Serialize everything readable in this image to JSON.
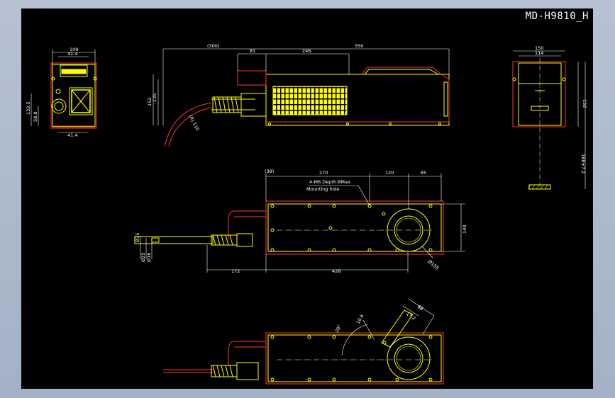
{
  "drawing": {
    "title": "MD-H9810_H",
    "colors": {
      "background": "#000000",
      "outline": "#ffff00",
      "dimension": "#ffffff",
      "hidden": "#ff3333",
      "frame": "#aab6c8"
    }
  },
  "left_view": {
    "dims": [
      "109",
      "41.4",
      "41.4",
      "132.5",
      "58.8"
    ]
  },
  "side_view": {
    "dims": [
      "(300)",
      "81",
      "246",
      "550",
      "152",
      "135",
      "(R) 110"
    ]
  },
  "right_view": {
    "dims": [
      "150",
      "114",
      "152",
      "168±7.2"
    ]
  },
  "top_view": {
    "dims": [
      "(38)",
      "270",
      "120",
      "85",
      "140",
      "172",
      "428",
      "Ø35",
      "Ø25",
      "Ø16",
      "Ø105"
    ],
    "note_line1": "4-M6 Depth:8Max.",
    "note_line2": "Mounting hole"
  },
  "bottom_view": {
    "dims": [
      "28°",
      "10.6",
      "17.2",
      "88"
    ]
  }
}
